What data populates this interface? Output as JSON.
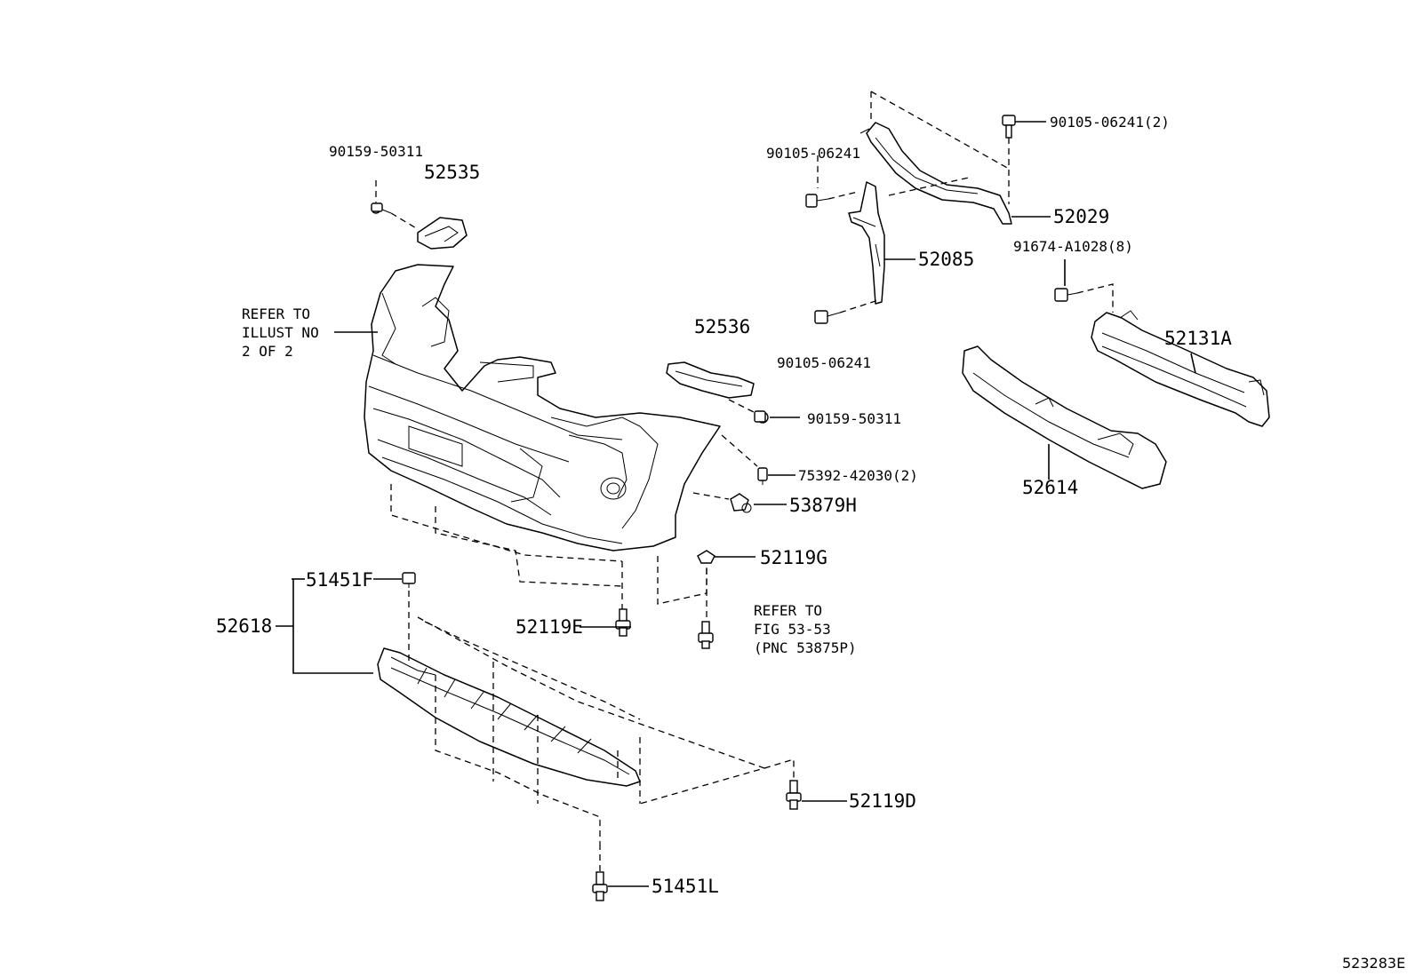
{
  "labels": {
    "p90159_top": "90159-50311",
    "p52535": "52535",
    "p90105_a": "90105-06241",
    "p90105_b": "90105-06241(2)",
    "p52029": "52029",
    "p52085": "52085",
    "p91674": "91674-A1028(8)",
    "p90105_c": "90105-06241",
    "p52536": "52536",
    "p90159_mid": "90159-50311",
    "p75392": "75392-42030(2)",
    "p53879": "53879H",
    "p52131": "52131A",
    "p52614": "52614",
    "p52119g": "52119G",
    "p51451f": "51451F",
    "p52618": "52618",
    "p52119e": "52119E",
    "p52119d": "52119D",
    "p51451l": "51451L",
    "ref1_l1": "REFER TO",
    "ref1_l2": "ILLUST NO",
    "ref1_l3": "2 OF 2",
    "ref2_l1": "REFER TO",
    "ref2_l2": "FIG 53-53",
    "ref2_l3": "(PNC 53875P)",
    "drawing_no": "523283E"
  }
}
